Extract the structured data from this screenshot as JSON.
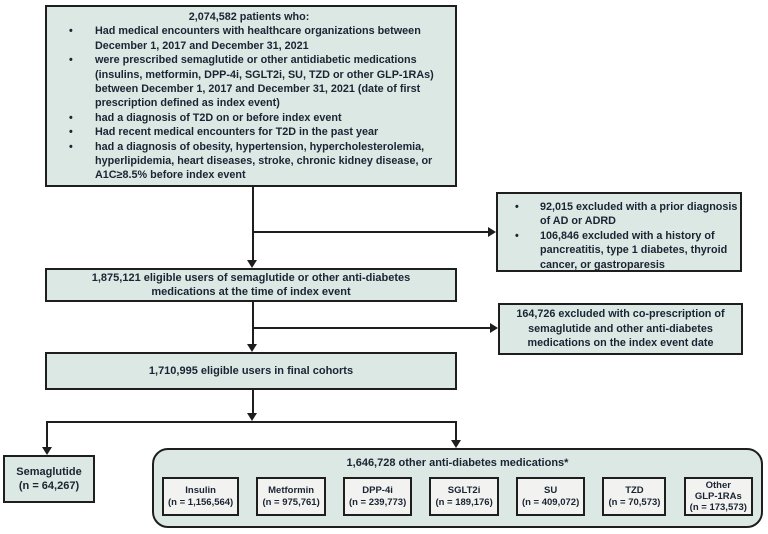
{
  "colors": {
    "box_fill": "#dbe8e4",
    "inner_fill": "#f2f2f0",
    "border": "#1e1e1e",
    "text": "#1a2433",
    "background": "#ffffff"
  },
  "top_box": {
    "title": "2,074,582 patients who:",
    "bullets": [
      "Had medical encounters with healthcare organizations between December 1, 2017 and December 31, 2021",
      "were prescribed semaglutide or other antidiabetic medications (insulins, metformin, DPP-4i, SGLT2i, SU, TZD or other GLP-1RAs) between December 1, 2017 and December 31, 2021 (date of first prescription defined as index event)",
      "had a diagnosis of T2D on or before index event",
      "Had recent medical encounters for T2D in the past year",
      "had a diagnosis of obesity, hypertension, hypercholesterolemia, hyperlipidemia, heart diseases, stroke, chronic kidney disease, or A1C≥8.5% before index event"
    ]
  },
  "exclusion_box_1": {
    "bullets": [
      "92,015 excluded with a prior diagnosis of AD or ADRD",
      "106,846 excluded with a history of pancreatitis, type 1 diabetes, thyroid cancer, or gastroparesis"
    ]
  },
  "eligible_box": {
    "text": "1,875,121 eligible users of semaglutide or other anti-diabetes medications at the time of index event"
  },
  "exclusion_box_2": {
    "text": "164,726 excluded with co-prescription of semaglutide and other anti-diabetes medications on the index event date"
  },
  "final_box": {
    "text": "1,710,995 eligible users in final cohorts"
  },
  "semaglutide_box": {
    "name": "Semaglutide",
    "n": "(n = 64,267)"
  },
  "other_meds_box": {
    "title": "1,646,728 other anti-diabetes medications*",
    "items": [
      {
        "name": "Insulin",
        "n": "(n = 1,156,564)"
      },
      {
        "name": "Metformin",
        "n": "(n = 975,761)"
      },
      {
        "name": "DPP-4i",
        "n": "(n = 239,773)"
      },
      {
        "name": "SGLT2i",
        "n": "(n = 189,176)"
      },
      {
        "name": "SU",
        "n": "(n = 409,072)"
      },
      {
        "name": "TZD",
        "n": "(n = 70,573)"
      },
      {
        "name": "Other\nGLP-1RAs",
        "n": "(n = 173,573)"
      }
    ]
  }
}
